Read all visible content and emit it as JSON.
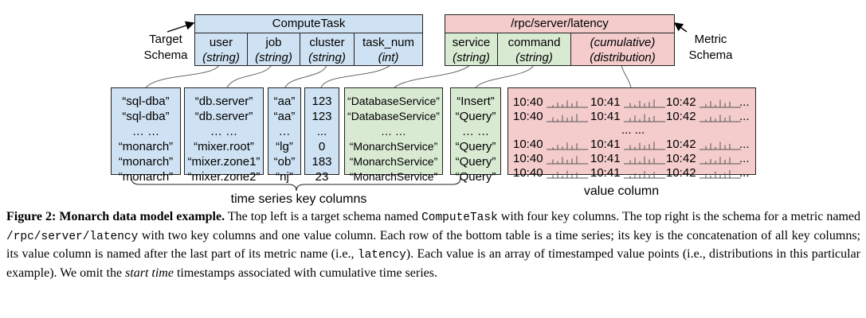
{
  "target_schema": {
    "name": "ComputeTask",
    "columns": [
      {
        "name": "user",
        "type": "(string)"
      },
      {
        "name": "job",
        "type": "(string)"
      },
      {
        "name": "cluster",
        "type": "(string)"
      },
      {
        "name": "task_num",
        "type": "(int)"
      }
    ],
    "side_label_line1": "Target",
    "side_label_line2": "Schema"
  },
  "metric_schema": {
    "name": "/rpc/server/latency",
    "columns": [
      {
        "name": "service",
        "type": "(string)"
      },
      {
        "name": "command",
        "type": "(string)"
      },
      {
        "name": "(cumulative)",
        "type": "(distribution)"
      }
    ],
    "side_label_line1": "Metric",
    "side_label_line2": "Schema"
  },
  "key_columns": [
    [
      "“sql-dba”",
      "“sql-dba”",
      "… …",
      "“monarch”",
      "“monarch”",
      "“monarch”"
    ],
    [
      "“db.server”",
      "“db.server”",
      "… …",
      "“mixer.root”",
      "“mixer.zone1”",
      "“mixer.zone2”"
    ],
    [
      "“aa”",
      "“aa”",
      "…",
      "“lg”",
      "“ob”",
      "“nj”"
    ],
    [
      "123",
      "123",
      "...",
      "0",
      "183",
      "23"
    ],
    [
      "“DatabaseService”",
      "“DatabaseService”",
      "… …",
      "“MonarchService”",
      "“MonarchService”",
      "“MonarchService”"
    ],
    [
      "“Insert”",
      "“Query”",
      "… …",
      "“Query”",
      "“Query”",
      "“Query”"
    ]
  ],
  "value_column": {
    "timestamps": [
      "10:40",
      "10:41",
      "10:42"
    ],
    "trailing": "...",
    "middle_ellipsis": "... ..."
  },
  "labels": {
    "key_columns_label": "time series key columns",
    "value_column_label": "value column"
  },
  "caption": {
    "figure": "Figure 2:",
    "title": "Monarch data model example.",
    "t1": " The top left is a target schema named ",
    "c1": "ComputeTask",
    "t2": " with four key columns. The top right is the schema for a metric named ",
    "c2": "/rpc/server/latency",
    "t3": " with two key columns and one value column. Each row of the bottom table is a time series; its key is the concatenation of all key columns; its value column is named after the last part of its metric name (i.e., ",
    "c3": "latency",
    "t4": "). Each value is an array of timestamped value points (i.e., distributions in this particular example). We omit the ",
    "italic": "start time",
    "t5": " timestamps associated with cumulative time series."
  }
}
